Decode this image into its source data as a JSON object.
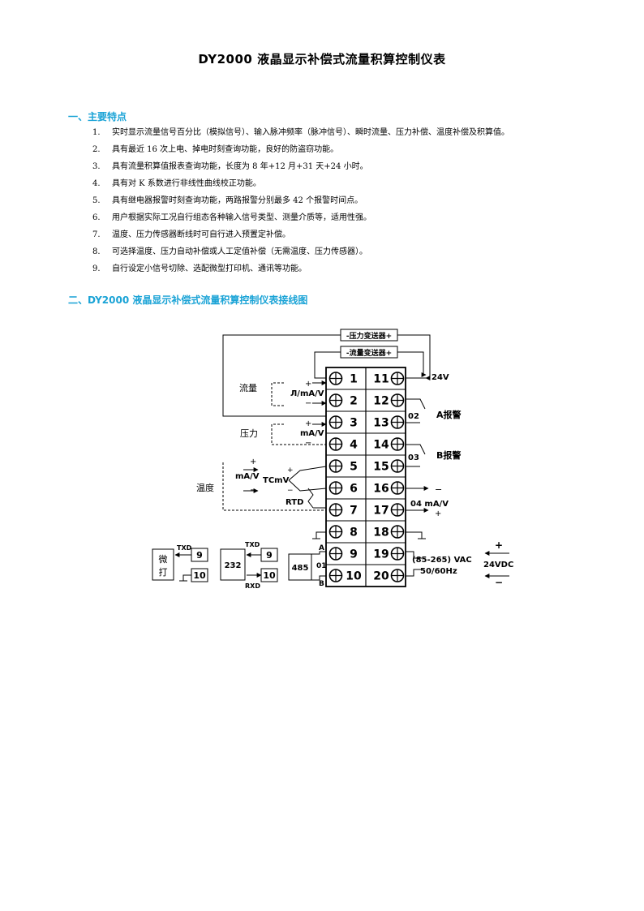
{
  "page": {
    "title": "DY2000 液晶显示补偿式流量积算控制仪表",
    "accent_color": "#1aa3d6"
  },
  "section1": {
    "heading": "一、主要特点",
    "items": [
      {
        "num": "1.",
        "text": "实时显示流量信号百分比（模拟信号）、输入脉冲频率（脉冲信号）、瞬时流量、压力补偿、温度补偿及积算值。"
      },
      {
        "num": "2.",
        "text": "具有最近 16 次上电、掉电时刻查询功能，良好的防盗窃功能。"
      },
      {
        "num": "3.",
        "text": "具有流量积算值报表查询功能，长度为 8 年+12 月+31 天+24 小时。"
      },
      {
        "num": "4.",
        "text": "具有对 K 系数进行非线性曲线校正功能。"
      },
      {
        "num": "5.",
        "text": "具有继电器报警时刻查询功能，两路报警分别最多 42 个报警时间点。"
      },
      {
        "num": "6.",
        "text": "用户根据实际工况自行组态各种输入信号类型、测量介质等，适用性强。"
      },
      {
        "num": "7.",
        "text": "温度、压力传感器断线时可自行进入预置定补偿。"
      },
      {
        "num": "8.",
        "text": "可选择温度、压力自动补偿或人工定值补偿（无需温度、压力传感器）。"
      },
      {
        "num": "9.",
        "text": "自行设定小信号切除、选配微型打印机、通讯等功能。"
      }
    ]
  },
  "section2": {
    "heading": "二、DY2000 液晶显示补偿式流量积算控制仪表接线图"
  },
  "diagram": {
    "pressure_transmitter": "-压力变送器+",
    "flow_transmitter": "-流量变送器+",
    "v24": "24V",
    "flow_label": "流量",
    "pressure_label": "压力",
    "temperature_label": "温度",
    "flow_signal": "Л/mA/V",
    "pressure_signal": "mA/V",
    "temp_signal": "mA/V",
    "tcmv": "TCmV",
    "rtd": "RTD",
    "plus": "+",
    "minus": "−",
    "terminals_left": [
      "1",
      "2",
      "3",
      "4",
      "5",
      "6",
      "7",
      "8",
      "9",
      "10"
    ],
    "terminals_right": [
      "11",
      "12",
      "13",
      "14",
      "15",
      "16",
      "17",
      "18",
      "19",
      "20"
    ],
    "relay_02": "02",
    "alarm_a": "A报警",
    "relay_03": "03",
    "alarm_b": "B报警",
    "out_04": "04 mA/V",
    "ac_power": "(85-265) VAC",
    "ac_freq": "50/60Hz",
    "dc_power": "24VDC",
    "printer_label_1": "微",
    "printer_label_2": "打",
    "txd": "TXD",
    "rxd": "RXD",
    "rs232": "232",
    "rs485": "485",
    "comm_01": "01",
    "pin_a": "A",
    "pin_b": "B",
    "pin_9": "9",
    "pin_10": "10"
  }
}
